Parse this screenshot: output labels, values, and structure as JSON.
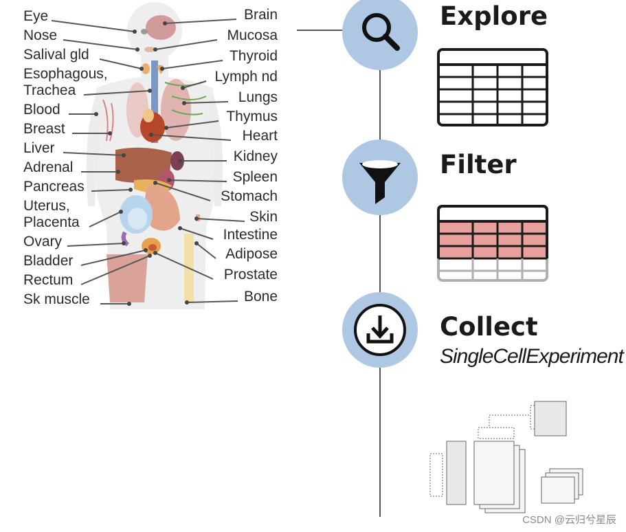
{
  "left_labels": [
    "Eye",
    "Nose",
    "Salival gld",
    "Esophagous,",
    "Trachea",
    "Blood",
    "Breast",
    "Liver",
    "Adrenal",
    "Pancreas",
    "Uterus,",
    "Placenta",
    "Ovary",
    "Bladder",
    "Rectum",
    "Sk muscle"
  ],
  "right_labels": [
    "Brain",
    "Mucosa",
    "Thyroid",
    "Lymph nd",
    "Lungs",
    "Thymus",
    "Heart",
    "Kidney",
    "Spleen",
    "Stomach",
    "Skin",
    "Intestine",
    "Adipose",
    "Prostate",
    "Bone"
  ],
  "steps": [
    {
      "title": "Explore",
      "icon": "magnifier-icon"
    },
    {
      "title": "Filter",
      "icon": "funnel-icon"
    },
    {
      "title": "Collect",
      "subtitle": "SingleCellExperiment",
      "icon": "download-icon"
    }
  ],
  "watermark": "CSDN @云归兮星辰",
  "colors": {
    "circle": "#aec8e4",
    "filter_row": "#e8a09c",
    "table_line": "#1a1a1a",
    "faded_line": "#b0b0b0"
  }
}
